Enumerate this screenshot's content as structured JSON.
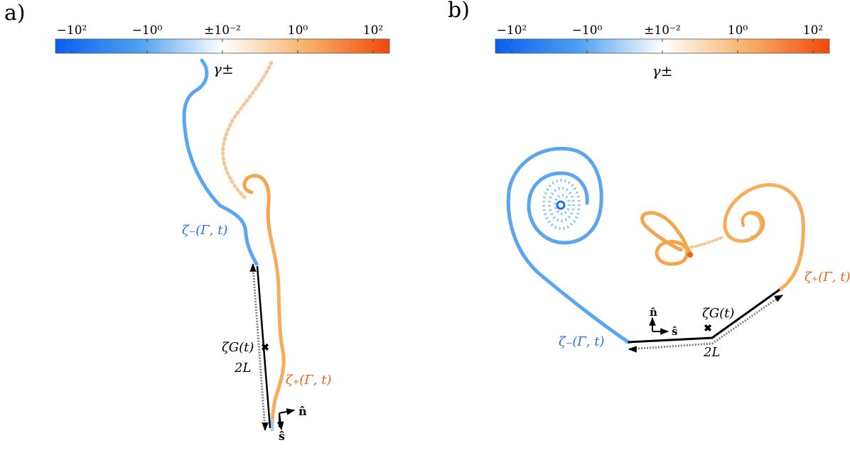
{
  "panel_a": {
    "tag": "a)",
    "colorbar_ticks": [
      "−10²",
      "−10⁰",
      "±10⁻²",
      "10⁰",
      "10²"
    ],
    "gamma_label": "γ±",
    "zeta_minus": "ζ₋(Γ, t)",
    "zeta_plus": "ζ₊(Γ, t)",
    "zeta_G": "ζG(t)",
    "length_label": "2L",
    "n_hat": "n̂",
    "s_hat": "ŝ"
  },
  "panel_b": {
    "tag": "b)",
    "colorbar_ticks": [
      "−10²",
      "−10⁰",
      "±10⁻²",
      "10⁰",
      "10²"
    ],
    "colorbar_label": "γ±",
    "zeta_minus": "ζ₋(Γ, t)",
    "zeta_plus": "ζ₊(Γ, t)",
    "zeta_G": "ζG(t)",
    "length_label": "2L",
    "n_hat": "n̂",
    "s_hat": "ŝ"
  },
  "colors": {
    "negative": "#1f6fe8",
    "negative_light": "#5aa9f2",
    "positive": "#f39a3e",
    "positive_strong": "#f0641e",
    "plate": "#000000",
    "plate_prev": "#7f7f7f"
  }
}
